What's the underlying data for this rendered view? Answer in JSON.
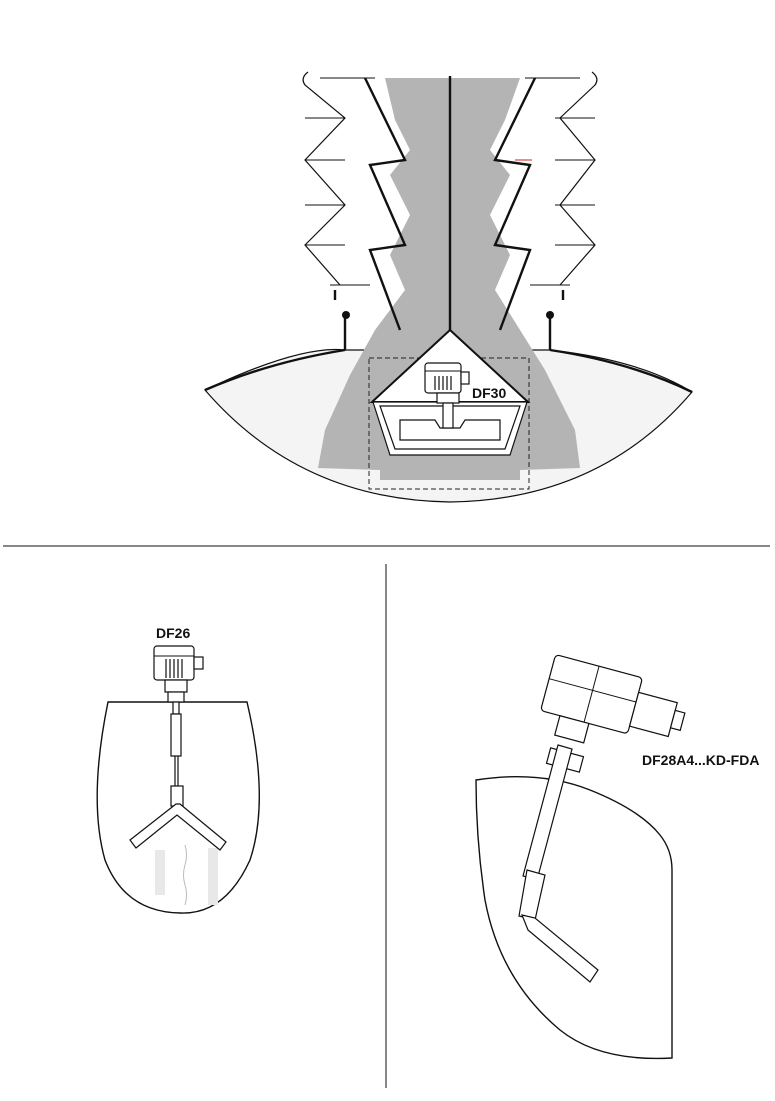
{
  "labels": {
    "df30": "DF30",
    "df26": "DF26",
    "df28": "DF28A4...KD-FDA"
  },
  "colors": {
    "line": "#111111",
    "material": "#b4b4b4",
    "vessel_fill": "#f4f4f4",
    "background": "#ffffff"
  }
}
